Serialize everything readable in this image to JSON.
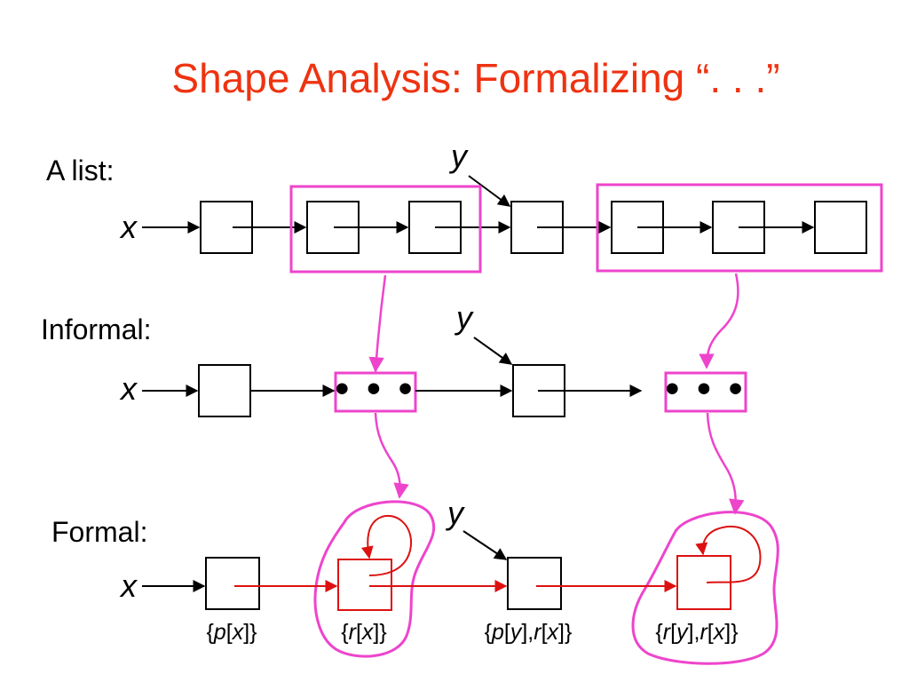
{
  "title": "Shape Analysis: Formalizing “. . .”",
  "colors": {
    "title": "#ee3311",
    "magenta": "#ee44cc",
    "red": "#dd1111",
    "black": "#000000"
  },
  "rows": {
    "list": {
      "label": "A list:",
      "var_x": "x",
      "var_y": "y"
    },
    "informal": {
      "label": "Informal:",
      "var_x": "x",
      "var_y": "y",
      "dots_1": "• • •",
      "dots_2": "• • •"
    },
    "formal": {
      "label": "Formal:",
      "var_x": "x",
      "var_y": "y",
      "annotations": [
        {
          "open": "{",
          "parts": [
            {
              "t": "p",
              "i": true
            },
            {
              "t": "[",
              "i": false
            },
            {
              "t": "x",
              "i": true
            },
            {
              "t": "]",
              "i": false
            }
          ],
          "close": "}"
        },
        {
          "open": "{",
          "parts": [
            {
              "t": "r",
              "i": true
            },
            {
              "t": "[",
              "i": false
            },
            {
              "t": "x",
              "i": true
            },
            {
              "t": "]",
              "i": false
            }
          ],
          "close": "}"
        },
        {
          "open": "{",
          "parts": [
            {
              "t": "p",
              "i": true
            },
            {
              "t": "[",
              "i": false
            },
            {
              "t": "y",
              "i": true
            },
            {
              "t": "],",
              "i": false
            },
            {
              "t": "r",
              "i": true
            },
            {
              "t": "[",
              "i": false
            },
            {
              "t": "x",
              "i": true
            },
            {
              "t": "]",
              "i": false
            }
          ],
          "close": "}"
        },
        {
          "open": "{",
          "parts": [
            {
              "t": "r",
              "i": true
            },
            {
              "t": "[",
              "i": false
            },
            {
              "t": "y",
              "i": true
            },
            {
              "t": "],",
              "i": false
            },
            {
              "t": "r",
              "i": true
            },
            {
              "t": "[",
              "i": false
            },
            {
              "t": "x",
              "i": true
            },
            {
              "t": "]",
              "i": false
            }
          ],
          "close": "}"
        }
      ]
    }
  }
}
